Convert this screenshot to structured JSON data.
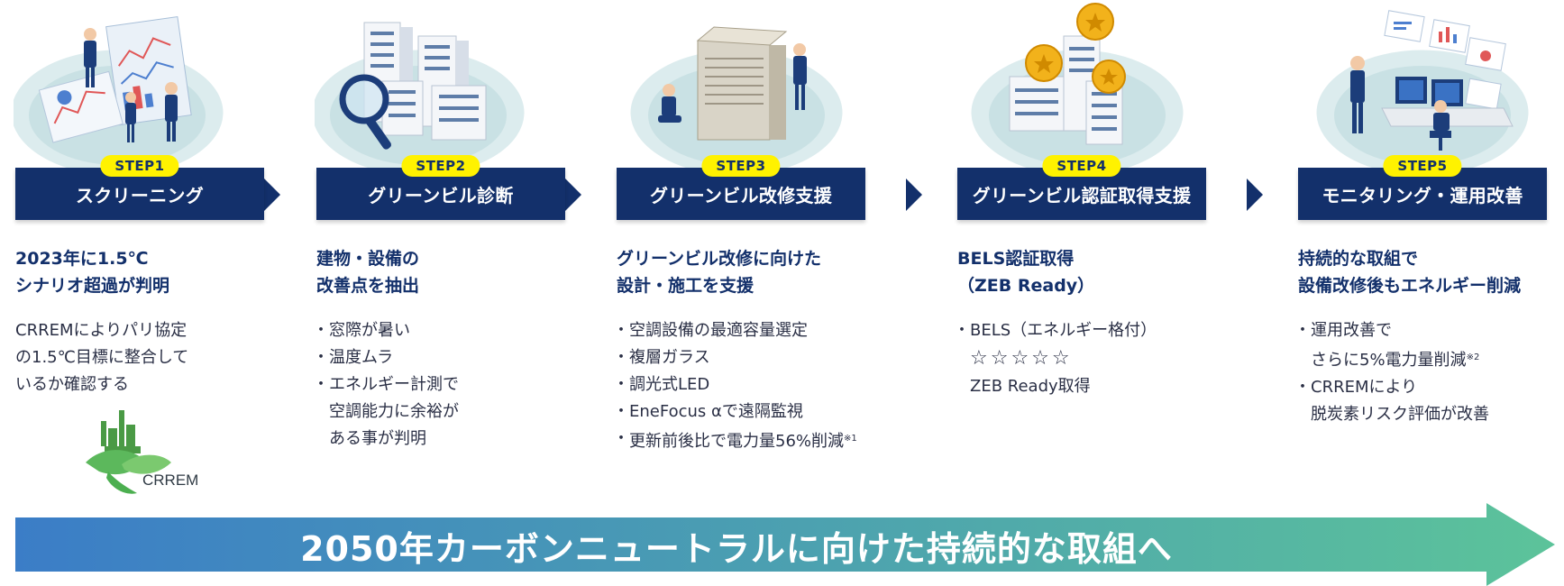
{
  "steps": [
    {
      "badge": "STEP1",
      "title": "スクリーニング",
      "headline": "2023年に1.5℃\nシナリオ超過が判明",
      "desc": "CRREMによりパリ協定\nの1.5℃目標に整合して\nいるか確認する",
      "logo_text": "CRREM"
    },
    {
      "badge": "STEP2",
      "title": "グリーンビル診断",
      "headline": "建物・設備の\n改善点を抽出",
      "bullets": [
        "窓際が暑い",
        "温度ムラ",
        "エネルギー計測で\n空調能力に余裕が\nある事が判明"
      ]
    },
    {
      "badge": "STEP3",
      "title": "グリーンビル改修支援",
      "headline": "グリーンビル改修に向けた\n設計・施工を支援",
      "bullets": [
        "空調設備の最適容量選定",
        "複層ガラス",
        "調光式LED",
        "EneFocus αで遠隔監視",
        "更新前後比で電力量56%削減"
      ],
      "note_last": "※1"
    },
    {
      "badge": "STEP4",
      "title": "グリーンビル認証取得支援",
      "headline": "BELS認証取得\n（ZEB Ready）",
      "bullet": "BELS（エネルギー格付）",
      "stars": "☆☆☆☆☆",
      "sub": "ZEB Ready取得"
    },
    {
      "badge": "STEP5",
      "title": "モニタリング・運用改善",
      "headline": "持続的な取組で\n設備改修後もエネルギー削減",
      "bullets": [
        "運用改善で\nさらに5%電力量削減",
        "CRREMにより\n脱炭素リスク評価が改善"
      ],
      "note_first": "※2"
    }
  ],
  "banner": "2050年カーボンニュートラルに向けた持続的な取組へ",
  "colors": {
    "navy": "#13306b",
    "badge_yellow": "#fff200",
    "banner_start": "#3b7dc7",
    "banner_end": "#5cc39a",
    "crrem_green": "#4caf50"
  }
}
